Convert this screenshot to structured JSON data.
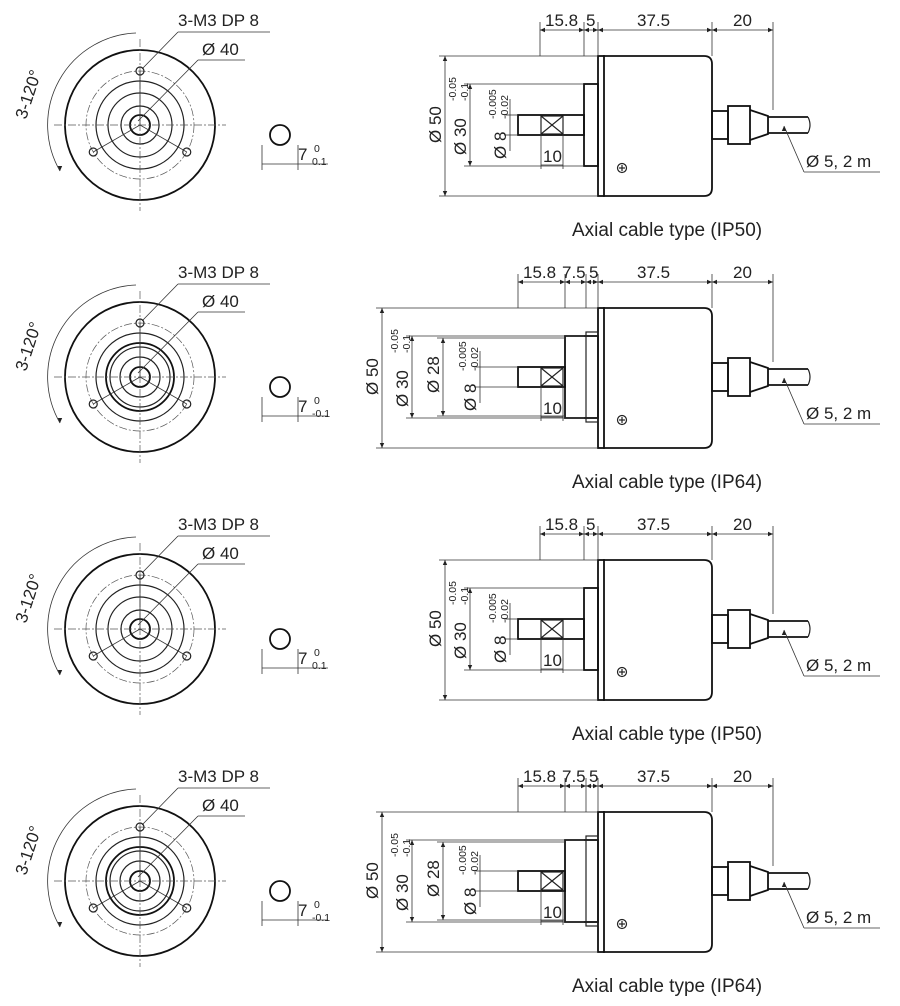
{
  "panels": [
    {
      "variant": "ip50",
      "caption": "Axial cable type (IP50)",
      "front": {
        "hole_label": "3-M3 DP 8",
        "pcd_label": "Ø 40",
        "angle_label": "3-120°"
      },
      "flat": {
        "label": "7",
        "tol_upper": "0",
        "tol_lower": "0.1"
      },
      "side": {
        "dim_top": [
          "15.8",
          "5",
          "37.5",
          "20"
        ],
        "body_dia": "Ø 50",
        "spigot_dia": "Ø 30",
        "spigot_tol": [
          "-0.05",
          "-0.1"
        ],
        "shaft_dia": "Ø 8",
        "shaft_tol": [
          "-0.005",
          "-0.02"
        ],
        "key_len": "10",
        "cable": "Ø 5, 2 m"
      }
    },
    {
      "variant": "ip64",
      "caption": "Axial cable type (IP64)",
      "front": {
        "hole_label": "3-M3 DP 8",
        "pcd_label": "Ø 40",
        "angle_label": "3-120°"
      },
      "flat": {
        "label": "7",
        "tol_upper": "0",
        "tol_lower": "-0.1"
      },
      "side": {
        "dim_top": [
          "15.8",
          "7.5",
          "5",
          "37.5",
          "20"
        ],
        "body_dia": "Ø 50",
        "spigot_dia": "Ø 30",
        "spigot_tol": [
          "-0.05",
          "-0.1"
        ],
        "hub_dia": "Ø 28",
        "shaft_dia": "Ø 8",
        "shaft_tol": [
          "-0.005",
          "-0.02"
        ],
        "key_len": "10",
        "cable": "Ø 5, 2 m"
      }
    },
    {
      "variant": "ip50",
      "caption": "Axial cable type (IP50)",
      "front": {
        "hole_label": "3-M3 DP 8",
        "pcd_label": "Ø 40",
        "angle_label": "3-120°"
      },
      "flat": {
        "label": "7",
        "tol_upper": "0",
        "tol_lower": "0.1"
      },
      "side": {
        "dim_top": [
          "15.8",
          "5",
          "37.5",
          "20"
        ],
        "body_dia": "Ø 50",
        "spigot_dia": "Ø 30",
        "spigot_tol": [
          "-0.05",
          "-0.1"
        ],
        "shaft_dia": "Ø 8",
        "shaft_tol": [
          "-0.005",
          "-0.02"
        ],
        "key_len": "10",
        "cable": "Ø 5, 2 m"
      }
    },
    {
      "variant": "ip64",
      "caption": "Axial cable type (IP64)",
      "front": {
        "hole_label": "3-M3 DP 8",
        "pcd_label": "Ø 40",
        "angle_label": "3-120°"
      },
      "flat": {
        "label": "7",
        "tol_upper": "0",
        "tol_lower": "-0.1"
      },
      "side": {
        "dim_top": [
          "15.8",
          "7.5",
          "5",
          "37.5",
          "20"
        ],
        "body_dia": "Ø 50",
        "spigot_dia": "Ø 30",
        "spigot_tol": [
          "-0.05",
          "-0.1"
        ],
        "hub_dia": "Ø 28",
        "shaft_dia": "Ø 8",
        "shaft_tol": [
          "-0.005",
          "-0.02"
        ],
        "key_len": "10",
        "cable": "Ø 5, 2 m"
      }
    }
  ]
}
